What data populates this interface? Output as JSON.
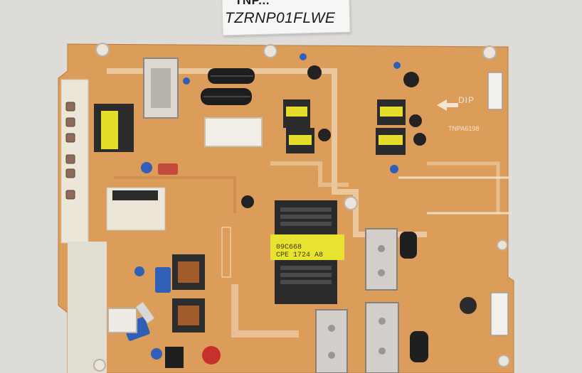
{
  "photo": {
    "sticker": {
      "partial_top": "TNP...",
      "code": "TZRNP01FLWE"
    },
    "board": {
      "silkscreen_code": "TNPA6198",
      "dip_text": "DIP",
      "chip_label_line1": "09C668",
      "chip_label_line2": "CPE 1724 A8"
    },
    "colors": {
      "background": "#dedcd8",
      "pcb": "#dc9d5a",
      "trace": "#c8864a",
      "silkscreen": "#f3ead9"
    }
  }
}
